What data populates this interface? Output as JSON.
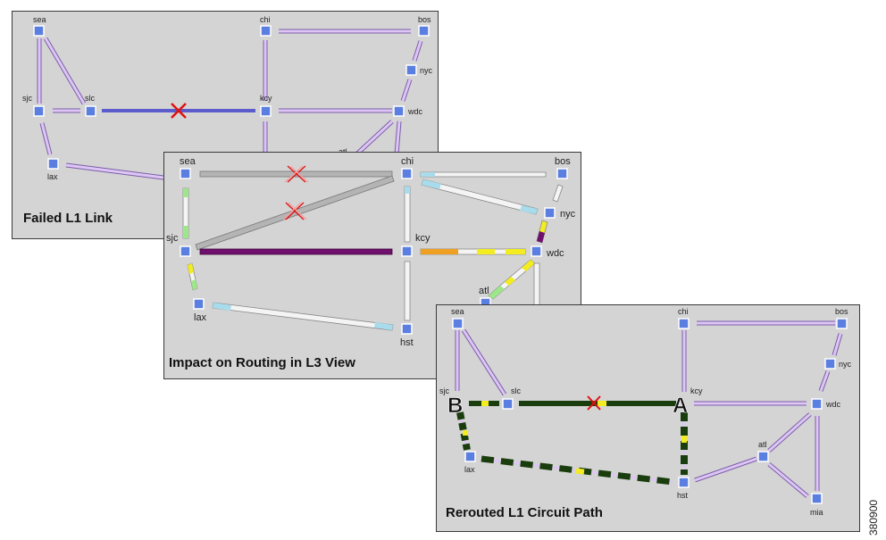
{
  "panels": {
    "l1_failed": {
      "title": "Failed L1 Link",
      "nodes": {
        "sea": "sea",
        "chi": "chi",
        "bos": "bos",
        "nyc": "nyc",
        "sjc": "sjc",
        "slc": "slc",
        "kcy": "kcy",
        "wdc": "wdc",
        "lax": "lax",
        "atl": "atl"
      }
    },
    "l3_impact": {
      "title": "Impact on Routing in L3 View",
      "nodes": {
        "sea": "sea",
        "chi": "chi",
        "bos": "bos",
        "nyc": "nyc",
        "sjc": "sjc",
        "kcy": "kcy",
        "wdc": "wdc",
        "atl": "atl",
        "lax": "lax",
        "hst": "hst"
      }
    },
    "l1_rerouted": {
      "title": "Rerouted L1 Circuit Path",
      "nodes": {
        "sea": "sea",
        "chi": "chi",
        "bos": "bos",
        "nyc": "nyc",
        "sjc": "sjc",
        "slc": "slc",
        "kcy": "kcy",
        "wdc": "wdc",
        "atl": "atl",
        "lax": "lax",
        "hst": "hst",
        "mia": "mia"
      },
      "endpoint_b": "B",
      "endpoint_a": "A"
    }
  },
  "figure_id": "380900",
  "colors": {
    "panel_bg": "#d4d4d4",
    "node": "#5b7fe0",
    "l1_link": "#c9a8ec",
    "failed_link": "#6b6bd8",
    "failure_mark": "#e01010",
    "l3_purple": "#70106e",
    "l3_orange": "#f0a020",
    "l3_yellow": "#f2ec20",
    "l3_cyan": "#a8dcec",
    "l3_green": "#9ee68a",
    "reroute_green": "#1a3d0e"
  }
}
